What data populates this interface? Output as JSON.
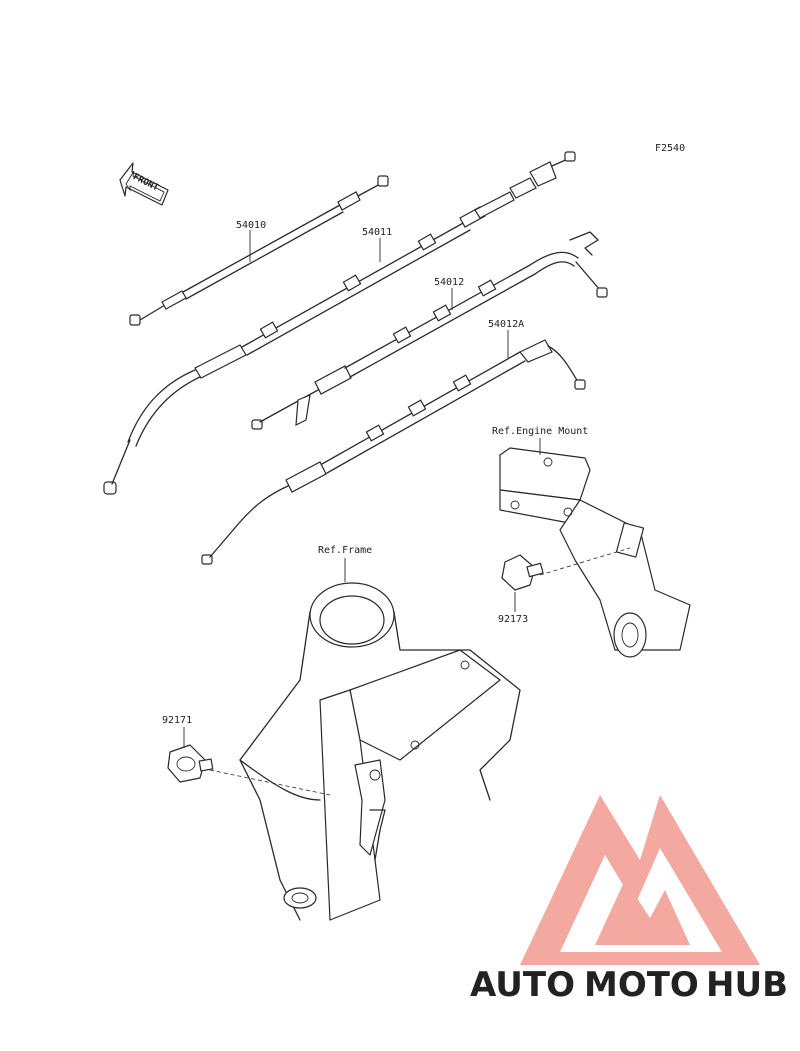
{
  "diagram_code": "F2540",
  "front_label": "FRONT",
  "callouts": {
    "clutch_cable": "54010",
    "cable_a": "54011",
    "cable_b": "54012",
    "cable_c": "54012A",
    "clamp_engine": "92173",
    "clamp_frame": "92171"
  },
  "ref_labels": {
    "engine_mount": "Ref.Engine Mount",
    "frame": "Ref.Frame"
  },
  "watermark": {
    "part1": "AUTO",
    "part2": "MOTO",
    "part3": "HUB",
    "colors": {
      "part1": "#f5c28a",
      "part2": "#f4a29a",
      "part3": "#8c8c8c",
      "logo": "#f29a90"
    }
  }
}
